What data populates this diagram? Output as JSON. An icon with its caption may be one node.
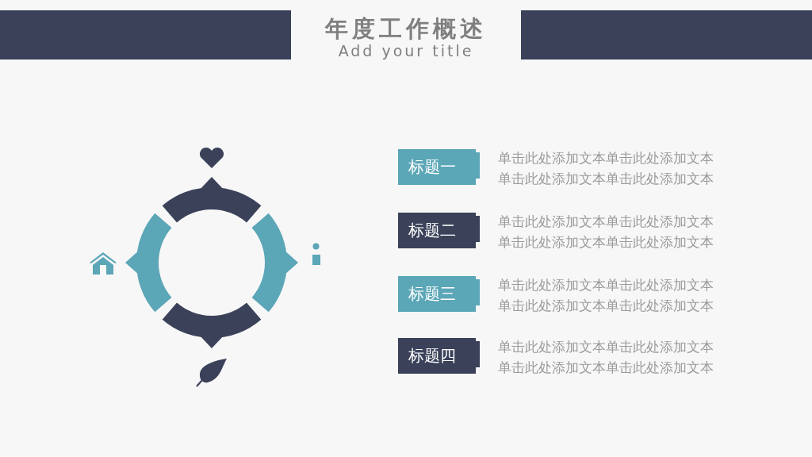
{
  "diagram": {
    "title": "年度工作概述",
    "nodes": [
      {
        "text": [
          "标题一"
        ],
        "beside": [
          "单击此处添加文本单击此处添加文本单击此处添加文本单击此处添加文本"
        ]
      },
      {
        "text": [
          "标题二"
        ],
        "beside": [
          "单击此处添加文本单击此处添加文本单击此处添加文本单击此处添加文本"
        ]
      },
      {
        "text": [
          "标题三"
        ],
        "beside": [
          "单击此处添加文本单击此处添加文本单击此处添加文本单击此处添加文本"
        ]
      },
      {
        "text": [
          "标题四"
        ],
        "beside": [
          "单击此处添加文本单击此处添加文本单击此处添加文本单击此处添加文本"
        ]
      }
    ],
    "labels": [
      "Add your title"
    ]
  }
}
